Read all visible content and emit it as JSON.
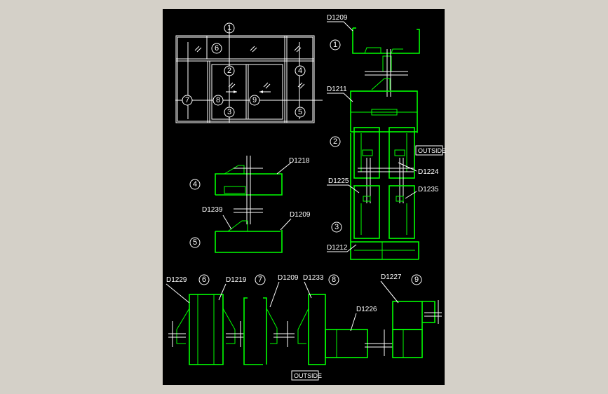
{
  "callouts": {
    "c1": "1",
    "c2": "2",
    "c3": "3",
    "c4": "4",
    "c5": "5",
    "c6": "6",
    "c7": "7",
    "c8": "8",
    "c9": "9"
  },
  "labels": {
    "d1209_top": "D1209",
    "d1211": "D1211",
    "outside_right": "OUTSIDE",
    "d1224": "D1224",
    "d1225": "D1225",
    "d1235": "D1235",
    "d1212": "D1212",
    "d1218": "D1218",
    "d1239": "D1239",
    "d1209_mid": "D1209",
    "d1229": "D1229",
    "d1219": "D1219",
    "d1209_bottom": "D1209",
    "d1233": "D1233",
    "d1227": "D1227",
    "d1226": "D1226",
    "outside_bottom": "OUTSIDE"
  },
  "colors": {
    "canvas": "#000000",
    "background": "#d4d0c8",
    "profile_lines": "#00ff00",
    "annotation_lines": "#ffffff"
  }
}
